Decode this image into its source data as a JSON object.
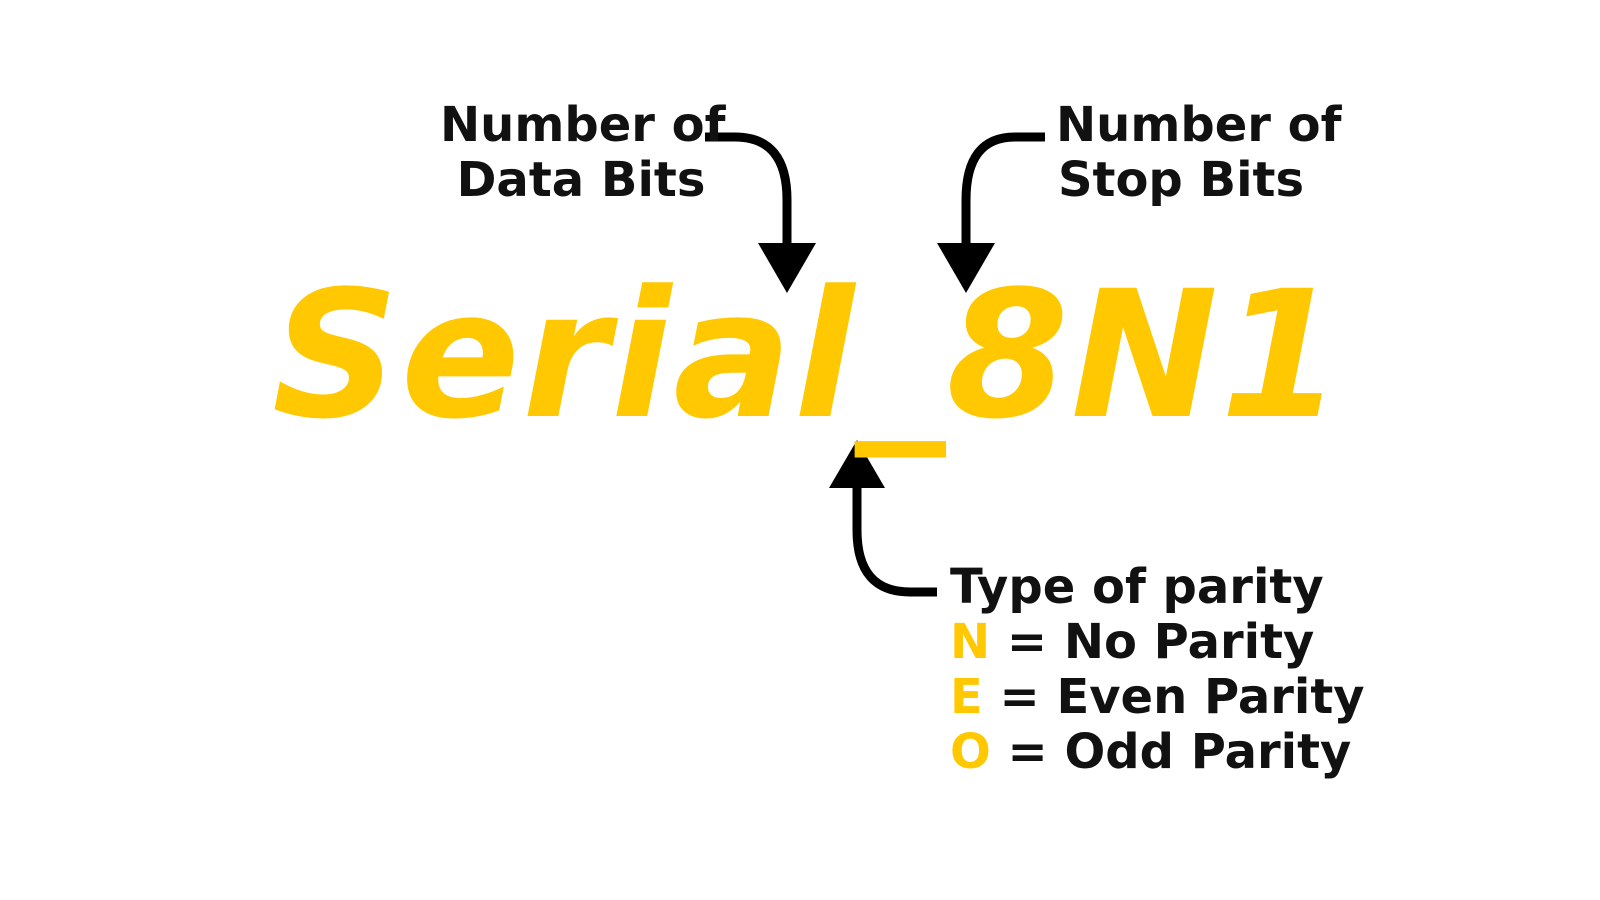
{
  "colors": {
    "accent": "#FFC800",
    "text": "#111111",
    "arrow": "#000000"
  },
  "title": "Serial_8N1",
  "callouts": {
    "data_bits": {
      "line1": "Number of",
      "line2": "Data Bits"
    },
    "stop_bits": {
      "line1": "Number of",
      "line2": "Stop Bits"
    },
    "parity": {
      "heading": "Type of parity",
      "options": [
        {
          "code": "N",
          "label": " = No Parity"
        },
        {
          "code": "E",
          "label": " = Even Parity"
        },
        {
          "code": "O",
          "label": " = Odd Parity"
        }
      ]
    }
  }
}
